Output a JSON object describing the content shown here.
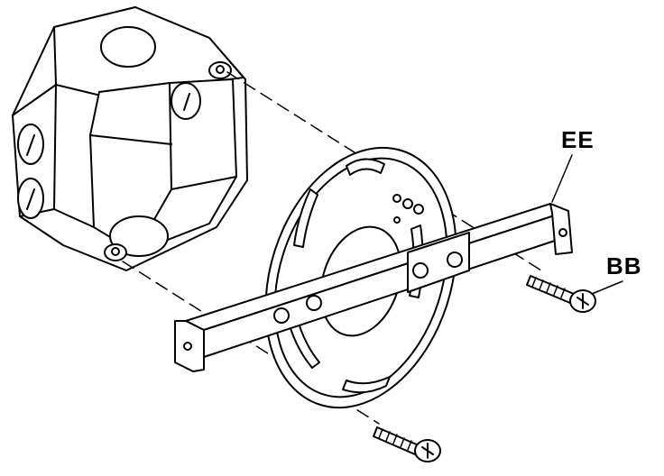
{
  "diagram": {
    "labels": {
      "ee": "EE",
      "bb": "BB"
    },
    "parts": {
      "junction_box": "octagonal-junction-box",
      "mounting_plate": "round-slotted-mounting-plate",
      "crossbar": "mounting-crossbar",
      "screws": "mounting-screws"
    },
    "colors": {
      "line": "#000000",
      "fill": "#ffffff",
      "shade": "#d9d9d9"
    }
  }
}
